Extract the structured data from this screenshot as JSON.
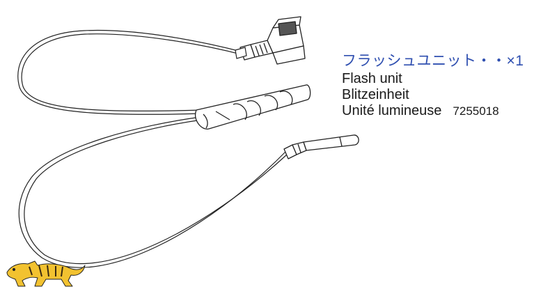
{
  "part": {
    "japanese_name": "フラッシュユニット・・×1",
    "english_name": "Flash unit",
    "german_name": "Blitzeinheit",
    "french_name": "Unité lumineuse",
    "part_number": "7255018"
  },
  "icons": {
    "logo": "tiger-logo",
    "connector": "connector-plug-icon",
    "flash_tube": "flash-tube-icon",
    "wire": "wire-cable-icon",
    "terminal": "wire-terminal-icon"
  },
  "colors": {
    "japanese_text": "#2f4fb0",
    "text": "#1a1a1a",
    "line_art": "#222222",
    "logo_yellow": "#f2c230"
  }
}
